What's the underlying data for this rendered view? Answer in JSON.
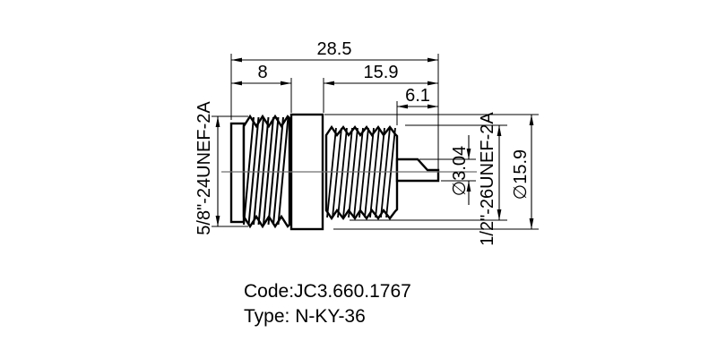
{
  "drawing": {
    "kind": "connector-technical-drawing",
    "dimensions": {
      "total_length": "28.5",
      "front_length": "8",
      "rear_length": "15.9",
      "pin_length": "6.1",
      "front_thread": "5/8\"-24UNEF-2A",
      "rear_thread": "1/2\"-26UNEF-2A",
      "pin_diameter": "∅3.04",
      "body_diameter": "∅15.9"
    },
    "notes": {
      "code": "Code:JC3.660.1767",
      "type": "Type: N-KY-36"
    },
    "colors": {
      "line": "#000000",
      "centerline": "#6f6f6f",
      "background": "#ffffff"
    }
  }
}
